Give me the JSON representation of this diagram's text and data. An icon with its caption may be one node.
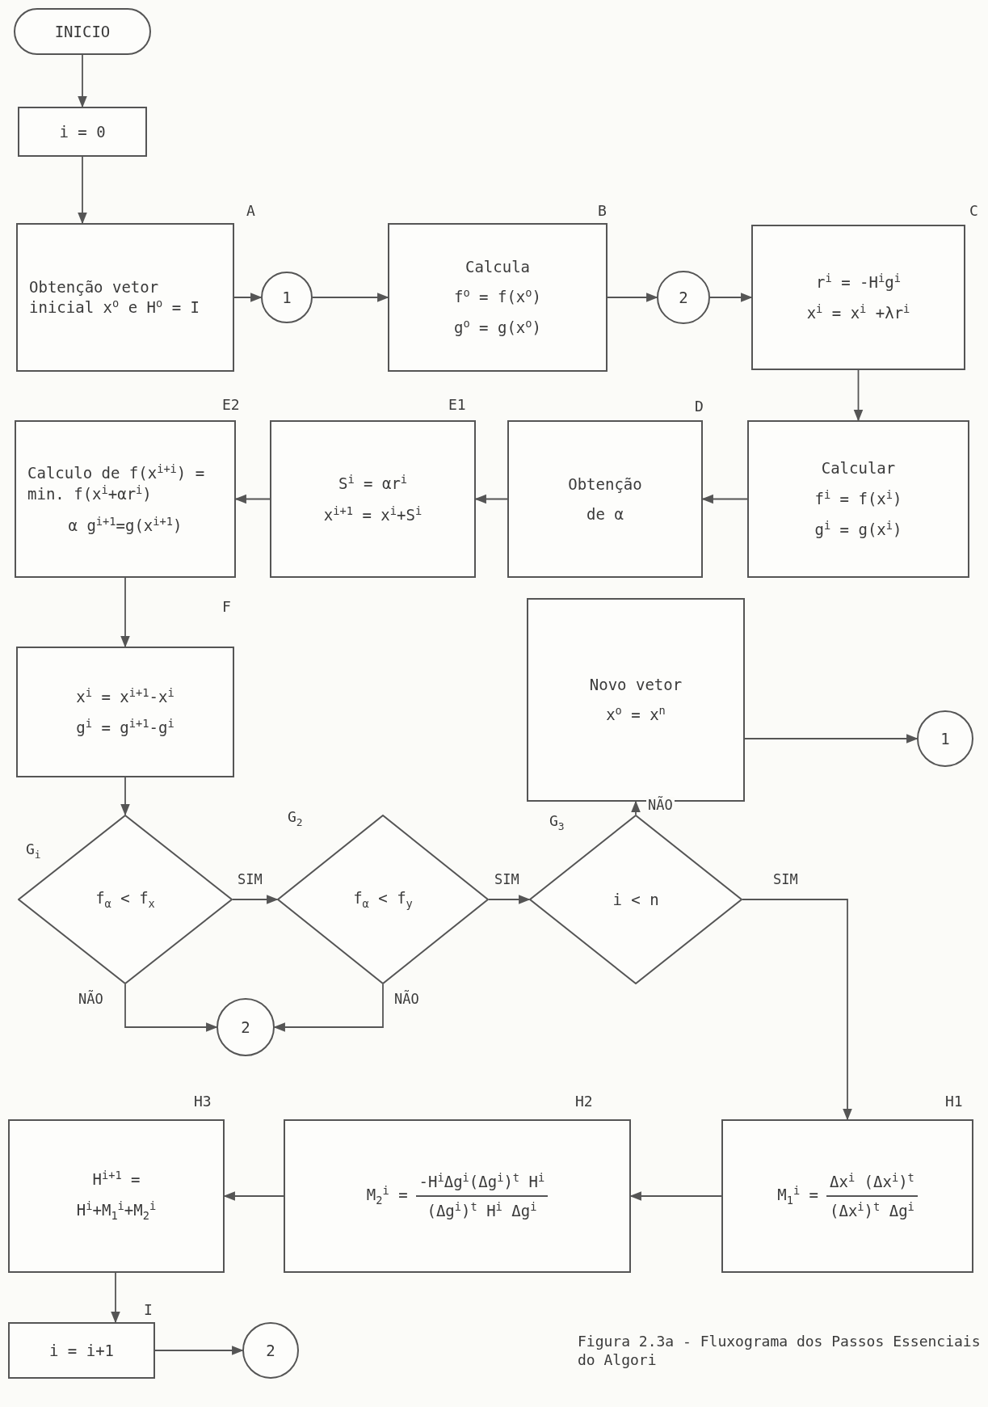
{
  "diagram": {
    "caption": "Figura 2.3a - Fluxograma dos Passos Essenciais do Algori",
    "nodes": [
      {
        "text": [
          "INICIO"
        ]
      },
      {
        "text": [
          "i = 0"
        ]
      },
      {
        "text": [
          "Obtenção vetor inicial x$^{o}$ e H$^{o}$ = I"
        ],
        "beside": [
          "A"
        ]
      },
      {
        "text": [
          "1"
        ]
      },
      {
        "text": [
          "Calcula",
          "f$^{o}$ = f(x$^{o}$)",
          "g$^{o}$ = g(x$^{o}$)"
        ],
        "beside": [
          "B"
        ]
      },
      {
        "text": [
          "2"
        ]
      },
      {
        "text": [
          "r$^{i}$ = -H$^{i}$g$^{i}$",
          "x$^{i}$ = x$^{i}$ +λr$^{i}$"
        ],
        "beside": [
          "C"
        ]
      },
      {
        "text": [
          "Calculo de f(x$^{i+i}$) = min. f(x$^{i}$+αr$^{i}$)",
          "α g$^{i+1}$=g(x$^{i+1}$)"
        ],
        "beside": [
          "E2"
        ]
      },
      {
        "text": [
          "S$^{i}$ = αr$^{i}$",
          "x$^{i+1}$ = x$^{i}$+S$^{i}$"
        ],
        "beside": [
          "E1"
        ]
      },
      {
        "text": [
          "Obtenção",
          "de α"
        ],
        "beside": [
          "D"
        ]
      },
      {
        "text": [
          "Calcular",
          "f$^{i}$ = f(x$^{i}$)",
          "g$^{i}$ = g(x$^{i}$)"
        ]
      },
      {
        "text": [
          "x$^{i}$ = x$^{i+1}$-x$^{i}$",
          "g$^{i}$ = g$^{i+1}$-g$^{i}$"
        ],
        "beside": [
          "F"
        ]
      },
      {
        "text": [
          "Novo vetor",
          "x$^{o}$ = x$^{n}$"
        ]
      },
      {
        "text": [
          "1"
        ]
      },
      {
        "text": [
          "f$_{α}$ < f$_{x}$"
        ],
        "beside": [
          "G$_{i}$"
        ]
      },
      {
        "text": [
          "f$_{α}$ < f$_{y}$"
        ],
        "beside": [
          "G$_{2}$"
        ]
      },
      {
        "text": [
          "i < n"
        ],
        "beside": [
          "G$_{3}$"
        ]
      },
      {
        "text": [
          "2"
        ]
      },
      {
        "text": [
          "H$^{i+1}$ =",
          "H$^{i}$+M$_{1}$$^{i}$+M$_{2}$$^{i}$"
        ],
        "beside": [
          "H3"
        ]
      },
      {
        "text": [
          "M$_{2}$$^{i}$ =",
          "-H$^{i}$Δg$^{i}$(Δg$^{i}$)$^{t}$ H$^{i}$",
          "(Δg$^{i}$)$^{t}$ H$^{i}$ Δg$^{i}$"
        ],
        "beside": [
          "H2"
        ]
      },
      {
        "text": [
          "M$_{1}$$^{i}$ =",
          "Δx$^{i}$ (Δx$^{i}$)$^{t}$",
          "(Δx$^{i}$)$^{t}$ Δg$^{i}$"
        ],
        "beside": [
          "H1"
        ]
      },
      {
        "text": [
          "i = i+1"
        ],
        "beside": [
          "I"
        ]
      },
      {
        "text": [
          "2"
        ]
      }
    ],
    "edges": [
      {
        "from": 0,
        "to": 1,
        "arrow": "to"
      },
      {
        "from": 1,
        "to": 2,
        "arrow": "to"
      },
      {
        "from": 2,
        "to": 3,
        "arrow": "to"
      },
      {
        "from": 3,
        "to": 4,
        "arrow": "to"
      },
      {
        "from": 4,
        "to": 5,
        "arrow": "to"
      },
      {
        "from": 5,
        "to": 6,
        "arrow": "to"
      },
      {
        "from": 6,
        "to": 10,
        "arrow": "to"
      },
      {
        "from": 10,
        "to": 9,
        "arrow": "to"
      },
      {
        "from": 9,
        "to": 8,
        "arrow": "to"
      },
      {
        "from": 8,
        "to": 7,
        "arrow": "to"
      },
      {
        "from": 7,
        "to": 11,
        "arrow": "to"
      },
      {
        "from": 11,
        "to": 14,
        "arrow": "to"
      },
      {
        "from": 14,
        "to": 15,
        "arrow": "to",
        "label": "SIM"
      },
      {
        "from": 15,
        "to": 16,
        "arrow": "to",
        "label": "SIM"
      },
      {
        "from": 16,
        "to": 12,
        "arrow": "to",
        "label": "NÃO"
      },
      {
        "from": 16,
        "to": 20,
        "arrow": "to",
        "label": "SIM"
      },
      {
        "from": 14,
        "to": 17,
        "arrow": "to",
        "label": "NÃO"
      },
      {
        "from": 15,
        "to": 17,
        "arrow": "to",
        "label": "NÃO"
      },
      {
        "from": 12,
        "to": 13,
        "arrow": "to"
      },
      {
        "from": 20,
        "to": 19,
        "arrow": "to"
      },
      {
        "from": 19,
        "to": 18,
        "arrow": "to"
      },
      {
        "from": 18,
        "to": 21,
        "arrow": "to"
      },
      {
        "from": 21,
        "to": 22,
        "arrow": "to"
      }
    ]
  }
}
